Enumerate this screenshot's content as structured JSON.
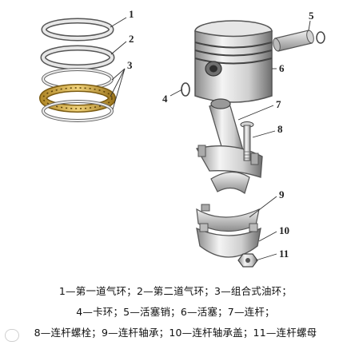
{
  "labels": {
    "n1": "1",
    "n2": "2",
    "n3": "3",
    "n4": "4",
    "n5": "5",
    "n6": "6",
    "n7": "7",
    "n8": "8",
    "n9": "9",
    "n10": "10",
    "n11": "11"
  },
  "caption": {
    "line1": "1—第一道气环；2—第二道气环；3—组合式油环；",
    "line2": "4—卡环；5—活塞销；6—活塞；7—连杆；",
    "line3": "8—连杆螺栓；9—连杆轴承；10—连杆轴承盖；11—连杆螺母"
  },
  "colors": {
    "metal_light": "#f2f2f2",
    "metal_mid": "#c8c8c8",
    "metal_dark": "#7a7a7a",
    "ring_gold": "#d9b44a",
    "line": "#333333"
  }
}
